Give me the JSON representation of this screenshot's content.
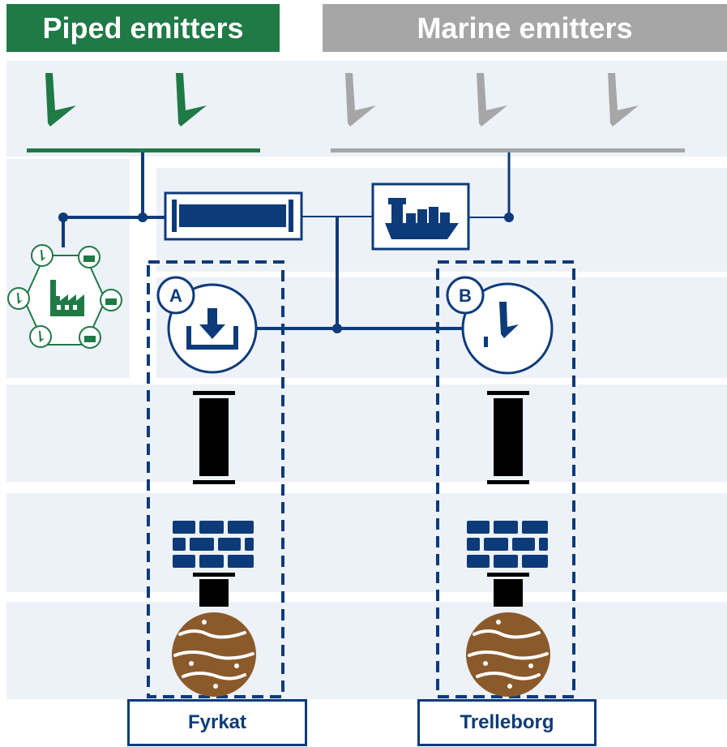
{
  "headers": {
    "piped": "Piped emitters",
    "marine": "Marine emitters"
  },
  "sites": {
    "a": {
      "badge": "A",
      "name": "Fyrkat"
    },
    "b": {
      "badge": "B",
      "name": "Trelleborg"
    }
  },
  "colors": {
    "piped_green": "#1f7a45",
    "marine_gray": "#a6a6a6",
    "navy": "#0d3b7a",
    "band_bg": "#edf1f8",
    "reservoir_brown": "#8b5a2b"
  },
  "icons": {
    "emitter": "smokestack-icon",
    "cluster": "industrial-cluster-icon",
    "pipeline": "pipeline-icon",
    "ship": "ship-icon",
    "injection": "injection-icon",
    "well": "well-casing-icon",
    "caprock": "caprock-icon",
    "reservoir": "reservoir-icon"
  }
}
